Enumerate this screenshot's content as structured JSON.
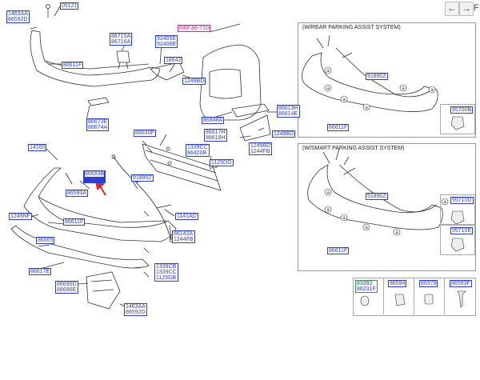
{
  "nav": {
    "back": "←",
    "forward": "→",
    "tag": "F"
  },
  "sections": {
    "rear_parking": "(W/REAR PARKING ASSIST SYSTEM)",
    "smart_parking": "(W/SMART PARKING ASSIST SYSTEM)"
  },
  "reference": "REF.86-710",
  "labels": {
    "l_1463aa": [
      "1463AA",
      "86592D"
    ],
    "l_05121": "05121",
    "l_86611f_top": "86611F",
    "l_86715a": [
      "86715A",
      "86716A"
    ],
    "l_92405e": [
      "92405E",
      "92406E"
    ],
    "l_18642": "18642",
    "l_1249bd_a": "1249BD",
    "l_86673e": [
      "86673E",
      "86674A"
    ],
    "l_86848a": "86848A",
    "l_86613h": [
      "86613H",
      "86614E"
    ],
    "l_1249bd_b": "1249BD",
    "l_86630f": "86630F",
    "l_86617h": [
      "86617H",
      "86618H"
    ],
    "l_1339cc_a": [
      "1339CC",
      "86420R"
    ],
    "l_1249bd_c": [
      "1249BD",
      "1244FB"
    ],
    "l_14160": "14160",
    "l_86693b": [
      "86693B",
      "86694B"
    ],
    "l_1125dg": "1125DG",
    "l_91890z_mid": "91890Z",
    "l_86593a": "86593A",
    "l_1249nf": "1249NF",
    "l_86611f_mid": "86611F",
    "l_1141ad": "1141AD",
    "l_86665": "86665",
    "l_86142a": [
      "86142A",
      "1244FB"
    ],
    "l_86617e": "86617E",
    "l_1339cb": [
      "1339CB",
      "1339CC",
      "1125GB"
    ],
    "l_86695d": [
      "86695D",
      "86696E"
    ],
    "l_1463aa_b": [
      "1463AA",
      "86592D"
    ],
    "l_91890z_r1": "91890Z",
    "l_86611f_r1": "86611F",
    "l_95700b": "95700B",
    "l_91890z_r2": "91890Z",
    "l_86611f_r2": "86611F",
    "l_95710d": "95710D",
    "l_95710e": "95710E"
  },
  "parts_table": {
    "col1": [
      "83392",
      "86231F"
    ],
    "col2": "86594",
    "col3": "86379",
    "col4": "86593F"
  },
  "callouts": [
    "a",
    "a",
    "a",
    "a",
    "a",
    "a",
    "a",
    "a",
    "a",
    "a",
    "a",
    "a"
  ],
  "colors": {
    "label_blue": "#2a3fd6",
    "ref_magenta": "#d6248a",
    "arrow_red": "#e0241b",
    "line": "#333333"
  }
}
